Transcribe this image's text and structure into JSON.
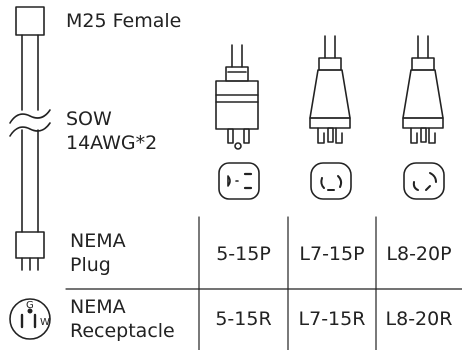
{
  "cable": {
    "connector_label": "M25 Female",
    "sow_line1": "SOW",
    "sow_line2": "14AWG*2"
  },
  "table": {
    "plug_row": {
      "line1": "NEMA",
      "line2": "Plug",
      "values": [
        "5-15P",
        "L7-15P",
        "L8-20P"
      ]
    },
    "receptacle_row": {
      "line1": "NEMA",
      "line2": "Receptacle",
      "values": [
        "5-15R",
        "L7-15R",
        "L8-20R"
      ]
    }
  },
  "receptacle_icon": {
    "top_mark": "G",
    "right_mark": "W"
  }
}
